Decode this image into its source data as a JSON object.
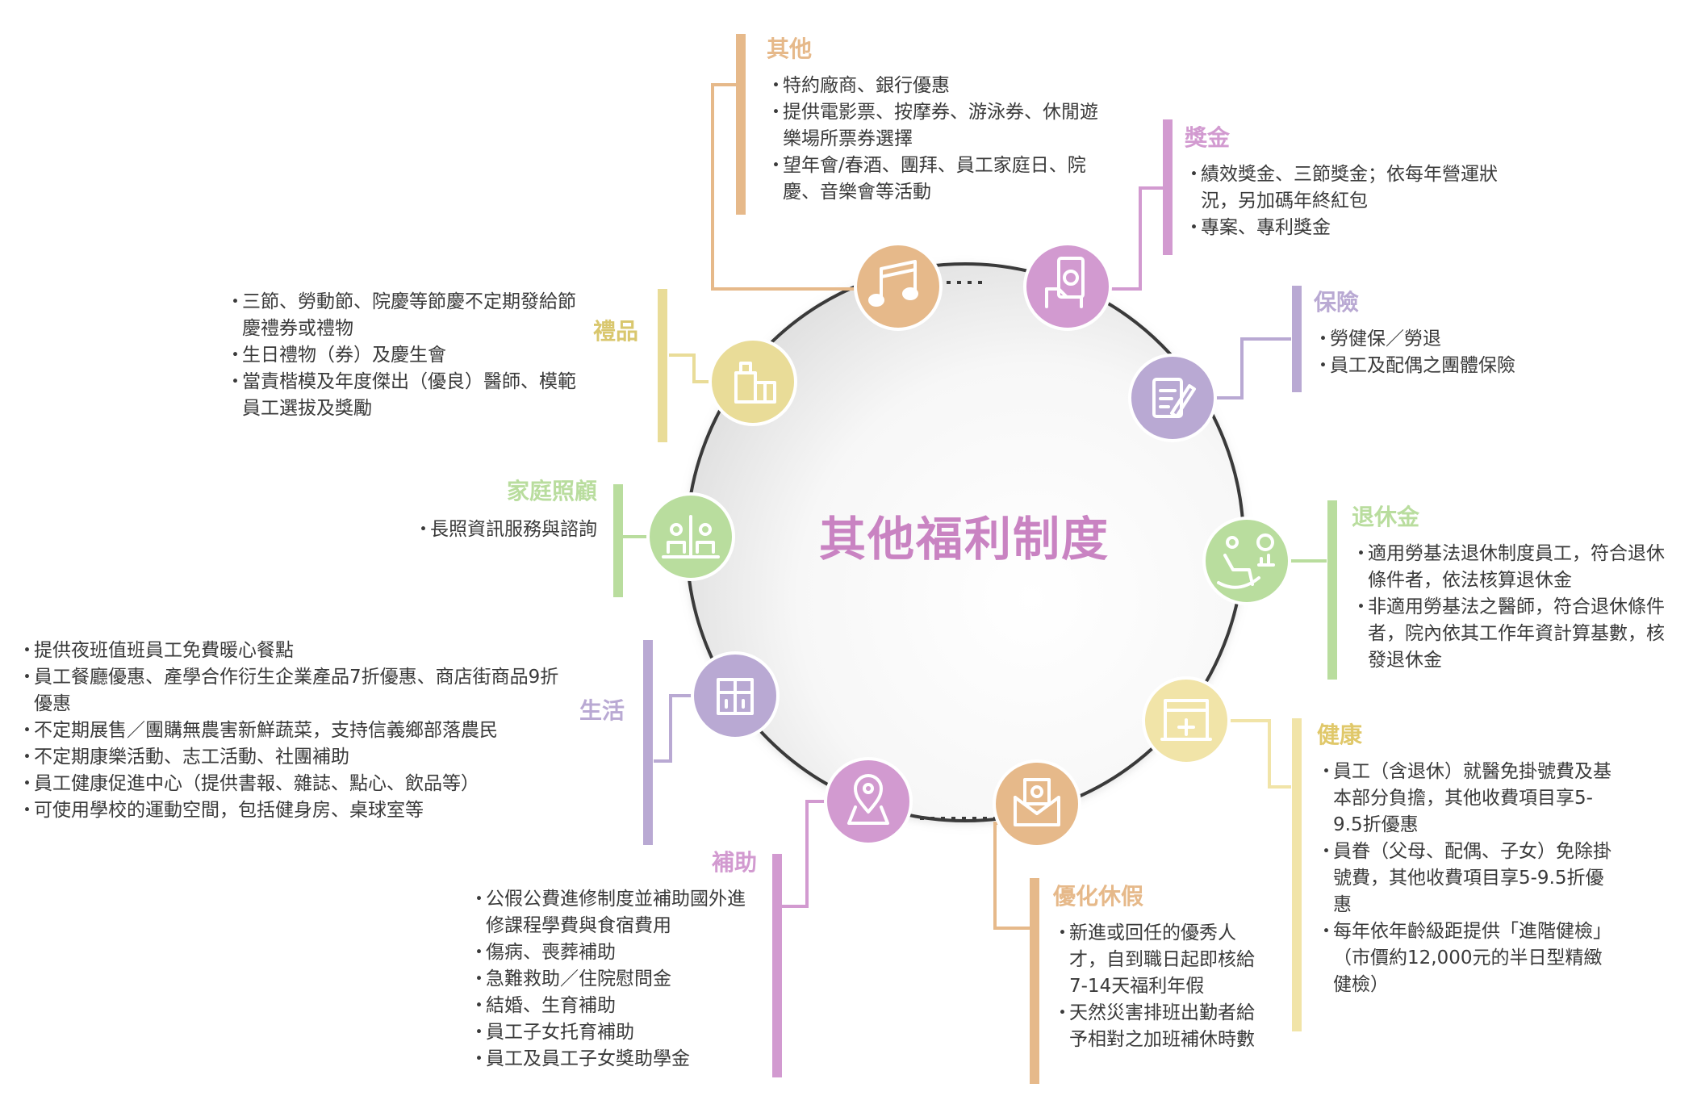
{
  "center_title": "其他福利制度",
  "colors": {
    "center_title": "#c983c2",
    "ring": "#3a3a3a",
    "other": "#e6b98a",
    "bonus": "#d29ad0",
    "insurance": "#b9a9d3",
    "retirement": "#b9dd9e",
    "health": "#f1e4a8",
    "leave": "#e6b98a",
    "subsidy": "#d29ad0",
    "life": "#b9a9d3",
    "family": "#b9dd9e",
    "gifts": "#e9dc98"
  },
  "categories": {
    "other": {
      "title": "其他",
      "icon": "music-icon",
      "items": [
        "特約廠商、銀行優惠",
        "提供電影票、按摩券、游泳券、休閒遊樂場所票券選擇",
        "望年會/春酒、團拜、員工家庭日、院慶、音樂會等活動"
      ]
    },
    "bonus": {
      "title": "獎金",
      "icon": "money-hand-icon",
      "items": [
        "績效獎金、三節獎金；依每年營運狀況，另加碼年終紅包",
        "專案、專利獎金"
      ]
    },
    "insurance": {
      "title": "保險",
      "icon": "document-pen-icon",
      "items": [
        "勞健保／勞退",
        "員工及配偶之團體保險"
      ]
    },
    "retirement": {
      "title": "退休金",
      "icon": "rocking-chair-icon",
      "items": [
        "適用勞基法退休制度員工，符合退休條件者，依法核算退休金",
        "非適用勞基法之醫師，符合退休條件者，院內依其工作年資計算基數，核發退休金"
      ]
    },
    "health": {
      "title": "健康",
      "icon": "hospital-icon",
      "items": [
        "員工（含退休）就醫免掛號費及基本部分負擔，其他收費項目享5-9.5折優惠",
        "員眷（父母、配偶、子女）免除掛號費，其他收費項目享5-9.5折優惠",
        "每年依年齡級距提供「進階健檢」（市價約12,000元的半日型精緻健檢）"
      ]
    },
    "leave": {
      "title": "優化休假",
      "icon": "envelope-icon",
      "items": [
        "新進或回任的優秀人才，自到職日起即核給7-14天福利年假",
        "天然災害排班出勤者給予相對之加班補休時數"
      ]
    },
    "subsidy": {
      "title": "補助",
      "icon": "map-pin-icon",
      "items": [
        "公假公費進修制度並補助國外進修課程學費與食宿費用",
        "傷病、喪葬補助",
        "急難救助／住院慰問金",
        "結婚、生育補助",
        "員工子女托育補助",
        "員工及員工子女獎助學金"
      ]
    },
    "life": {
      "title": "生活",
      "icon": "building-icon",
      "items": [
        "提供夜班值班員工免費暖心餐點",
        "員工餐廳優惠、產學合作衍生企業產品7折優惠、商店街商品9折優惠",
        "不定期展售／團購無農害新鮮蔬菜，支持信義鄉部落農民",
        "不定期康樂活動、志工活動、社團補助",
        "員工健康促進中心（提供書報、雜誌、點心、飲品等）",
        "可使用學校的運動空間，包括健身房、桌球室等"
      ]
    },
    "family": {
      "title": "家庭照顧",
      "icon": "family-care-icon",
      "items": [
        "長照資訊服務與諮詢"
      ]
    },
    "gifts": {
      "title": "禮品",
      "icon": "gift-icon",
      "items": [
        "三節、勞動節、院慶等節慶不定期發給節慶禮券或禮物",
        "生日禮物（券）及慶生會",
        "當責楷模及年度傑出（優良）醫師、模範員工選拔及獎勵"
      ]
    }
  }
}
